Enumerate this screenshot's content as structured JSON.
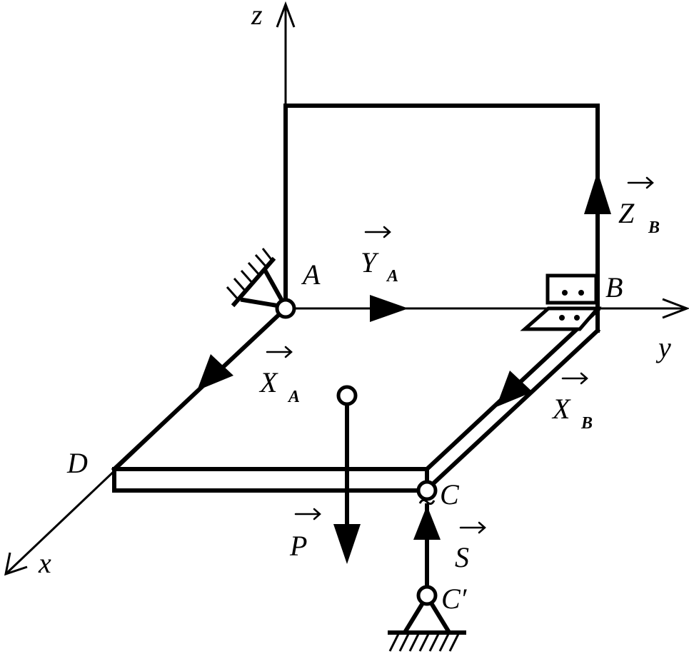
{
  "axes": {
    "x": "x",
    "y": "y",
    "z": "z"
  },
  "points": {
    "A": "A",
    "B": "B",
    "C": "C",
    "C_prime": "C′",
    "D": "D"
  },
  "forces": [
    {
      "id": "YA",
      "letter": "Y",
      "sub": "A"
    },
    {
      "id": "XA",
      "letter": "X",
      "sub": "A"
    },
    {
      "id": "ZB",
      "letter": "Z",
      "sub": "B"
    },
    {
      "id": "XB",
      "letter": "X",
      "sub": "B"
    },
    {
      "id": "P",
      "letter": "P",
      "sub": ""
    },
    {
      "id": "S",
      "letter": "S",
      "sub": ""
    }
  ],
  "colors": {
    "ink": "#000000",
    "background": "#ffffff"
  }
}
